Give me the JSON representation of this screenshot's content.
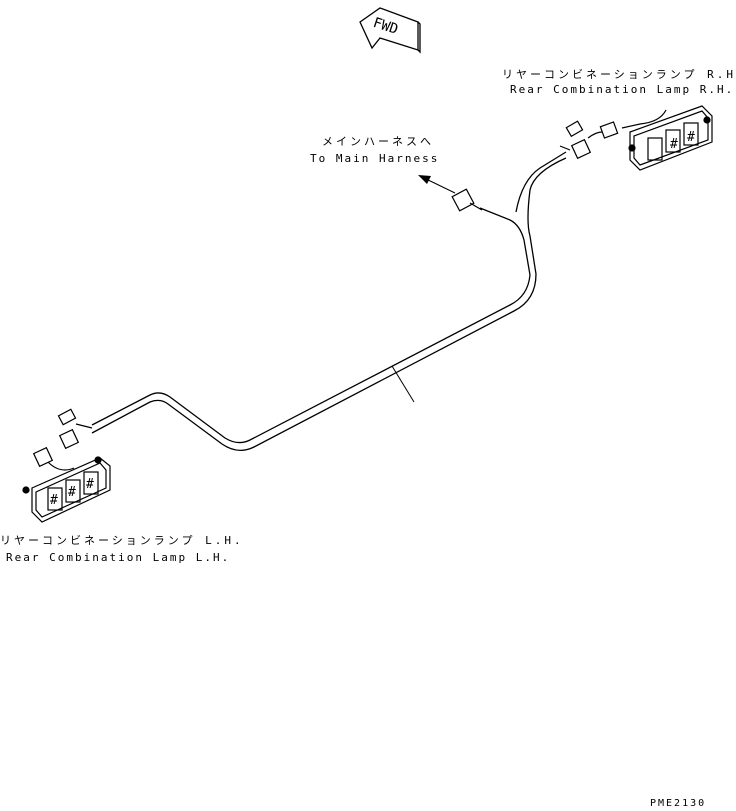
{
  "fwd_label": "FWD",
  "rh_lamp": {
    "jp": "リヤーコンビネーションランプ R.H.",
    "en": "Rear Combination Lamp R.H."
  },
  "main_harness": {
    "jp": "メインハーネスへ",
    "en": "To Main Harness"
  },
  "lh_lamp": {
    "jp": "リヤーコンビネーションランプ L.H.",
    "en": "Rear Combination Lamp L.H."
  },
  "drawing_number": "PME2130"
}
